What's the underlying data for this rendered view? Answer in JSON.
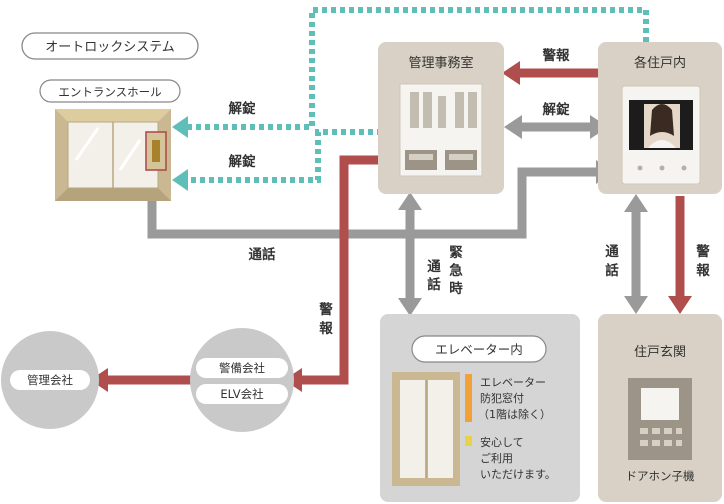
{
  "title": "オートロックシステム",
  "nodes": {
    "entrance": {
      "label": "エントランスホール"
    },
    "management_office": {
      "label": "管理事務室"
    },
    "each_unit": {
      "label": "各住戸内"
    },
    "elevator": {
      "label": "エレベーター内",
      "legend_orange": [
        "エレベーター",
        "防犯窓付",
        "（1階は除く）"
      ],
      "legend_yellow": [
        "安心して",
        "ご利用",
        "いただけます。"
      ]
    },
    "unit_door": {
      "label": "住戸玄関",
      "caption": "ドアホン子機"
    },
    "security_company": {
      "line1": "警備会社",
      "line2": "ELV会社"
    },
    "management_company": {
      "label": "管理会社"
    }
  },
  "edge_labels": {
    "unlock_upper": "解錠",
    "unlock_lower": "解錠",
    "alarm_unit_to_office": "警報",
    "unlock_office_unit": "解錠",
    "call_bottom": "通話",
    "call_emergency_left": [
      "通",
      "話"
    ],
    "call_emergency_right": [
      "緊",
      "急",
      "時"
    ],
    "alarm_office_to_security": [
      "警",
      "報"
    ],
    "call_unit_door": [
      "通",
      "話"
    ],
    "alarm_unit_door": [
      "警",
      "報"
    ]
  },
  "colors": {
    "teal_dotted": "#5fbfb8",
    "alarm_red": "#b04e4e",
    "call_gray": "#9a9a9a",
    "box_beige": "#d9d1c5",
    "box_gray": "#d5d5d5",
    "circle_gray": "#c9c9c9",
    "door_beige": "#c9b892",
    "accent_orange": "#f0a13a",
    "accent_yellow": "#e8d24a"
  }
}
